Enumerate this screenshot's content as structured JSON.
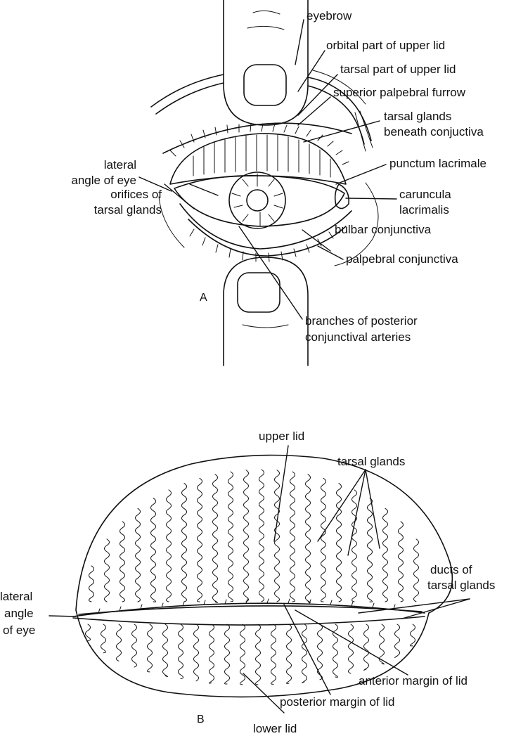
{
  "panel_a": {
    "letter": "A",
    "labels": {
      "eyebrow": "eyebrow",
      "orbital_part_upper_lid": "orbital part of upper lid",
      "tarsal_part_upper_lid": "tarsal part of upper lid",
      "superior_palpebral_furrow": "superior palpebral furrow",
      "tarsal_glands_line1": "tarsal glands",
      "tarsal_glands_line2": "beneath conjuctiva",
      "lateral_angle_line1": "lateral",
      "lateral_angle_line2": "angle of eye",
      "punctum_lacrimale": "punctum lacrimale",
      "caruncula_line1": "caruncula",
      "caruncula_line2": "lacrimalis",
      "orifices_line1": "orifices of",
      "orifices_line2": "tarsal glands",
      "bulbar_conjunctiva": "bulbar conjunctiva",
      "palpebral_conjunctiva": "palpebral conjunctiva",
      "branches_line1": "branches of posterior",
      "branches_line2": "conjunctival arteries"
    }
  },
  "panel_b": {
    "letter": "B",
    "labels": {
      "upper_lid": "upper lid",
      "tarsal_glands": "tarsal glands",
      "ducts_line1": "ducts of",
      "ducts_line2": "tarsal glands",
      "lateral_line1": "lateral",
      "lateral_line2": "angle",
      "lateral_line3": "of eye",
      "anterior_margin": "anterior margin of lid",
      "posterior_margin": "posterior margin of lid",
      "lower_lid": "lower lid"
    }
  }
}
